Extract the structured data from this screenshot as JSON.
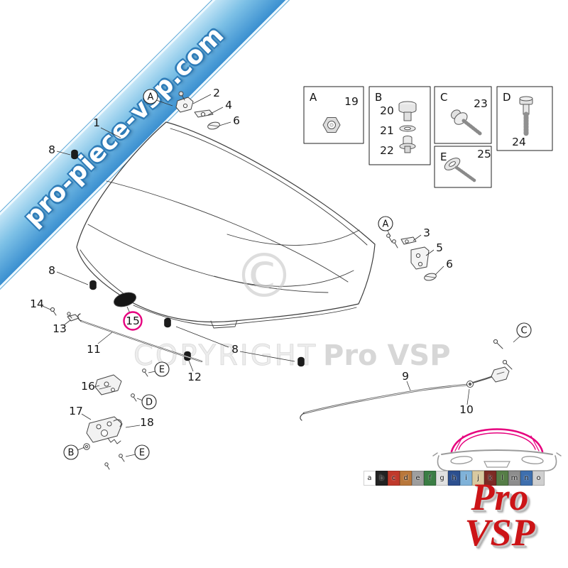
{
  "banner": {
    "text": "pro-piece-vsp.com",
    "gradient_top": "#c3e5f6",
    "gradient_bottom": "#3a8fd0"
  },
  "watermark": {
    "copyright_symbol": "©",
    "line": "COPYRIGHT",
    "brand": "Pro VSP"
  },
  "inset_boxes": [
    {
      "letter": "A",
      "parts": [
        "19"
      ]
    },
    {
      "letter": "B",
      "parts": [
        "20",
        "21",
        "22"
      ]
    },
    {
      "letter": "C",
      "parts": [
        "23"
      ]
    },
    {
      "letter": "D",
      "parts": [
        "24"
      ]
    },
    {
      "letter": "E",
      "parts": [
        "25"
      ]
    }
  ],
  "callouts": {
    "numbers": [
      "1",
      "2",
      "4",
      "6",
      "8",
      "8",
      "14",
      "13",
      "11",
      "8",
      "12",
      "16",
      "17",
      "18",
      "3",
      "5",
      "6",
      "9",
      "10"
    ],
    "letters": [
      "A",
      "A",
      "B",
      "C",
      "D",
      "E",
      "E"
    ],
    "highlighted": {
      "label": "15",
      "color": "#e6007e"
    }
  },
  "palette": {
    "swatches": [
      {
        "letter": "a",
        "color": "#ffffff"
      },
      {
        "letter": "b",
        "color": "#222222"
      },
      {
        "letter": "c",
        "color": "#c0392b"
      },
      {
        "letter": "d",
        "color": "#b9773a"
      },
      {
        "letter": "e",
        "color": "#9e9e9e"
      },
      {
        "letter": "f",
        "color": "#3a7d44"
      },
      {
        "letter": "g",
        "color": "#e0e0e0"
      },
      {
        "letter": "h",
        "color": "#2c4f8f"
      },
      {
        "letter": "i",
        "color": "#7fb2d9"
      },
      {
        "letter": "j",
        "color": "#d9c9a0"
      },
      {
        "letter": "k",
        "color": "#7c2a24"
      },
      {
        "letter": "l",
        "color": "#557d46"
      },
      {
        "letter": "m",
        "color": "#8d8d8d"
      },
      {
        "letter": "n",
        "color": "#3e6fae"
      },
      {
        "letter": "o",
        "color": "#cfcfcf"
      }
    ]
  },
  "logo": {
    "line1": "Pro",
    "line2": "VSP",
    "color": "#cc1417",
    "car_roof_color": "#e6007e",
    "car_body_color": "#9a9a9a"
  }
}
